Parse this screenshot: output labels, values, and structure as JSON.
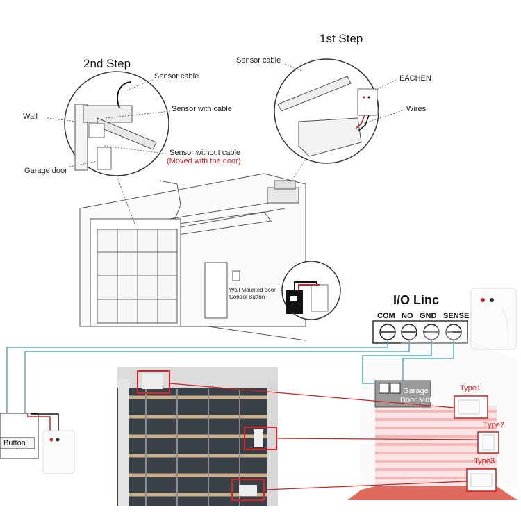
{
  "steps": {
    "step1_title": "1st Step",
    "step2_title": "2nd Step"
  },
  "step2_labels": {
    "sensor_cable": "Sensor cable",
    "wall": "Wall",
    "sensor_with_cable": "Sensor with cable",
    "garage_door": "Garage door",
    "sensor_without_cable": "Sensor without cable",
    "moved_note": "(Moved with the door)"
  },
  "step1_labels": {
    "sensor_cable": "Sensor cable",
    "brand": "EACHEN",
    "wires": "Wires"
  },
  "wall_button_label": [
    "Wall Mounted door",
    "Control Button"
  ],
  "io_linc": {
    "title": "I/O Linc",
    "terminals": [
      "COM",
      "NO",
      "GND",
      "SENSE"
    ]
  },
  "button_label": "Button",
  "motor_label": [
    "Garage",
    "Door Motor"
  ],
  "types": [
    "Type1",
    "Type2",
    "Type3"
  ],
  "colors": {
    "wire_blue": "#5aa9c7",
    "wire_red": "#d21f1f",
    "highlight_red": "#d21f1f",
    "door_photo_dark": "#3a4048",
    "door_slat": "#c9b08a"
  }
}
